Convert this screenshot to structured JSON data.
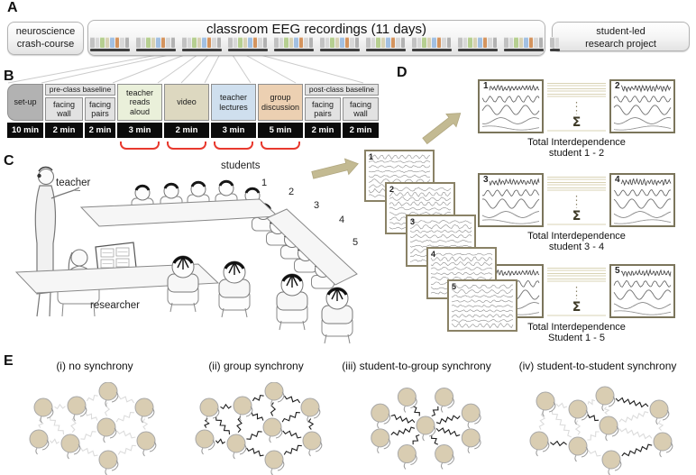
{
  "colors": {
    "accent_red": "#e8392e",
    "olive_border": "#7b755b",
    "sheet_border": "#8a8266",
    "tan_head": "#d9cdb2",
    "pale_line": "#d9d3b5",
    "arrow_fill": "#c3ba92",
    "bar_palette": [
      "#c2c2c2",
      "#d8d8d8",
      "#b6cf90",
      "#d8d2b4",
      "#a2c0e2",
      "#d4945e",
      "#d8d8d8",
      "#b2b2b2"
    ]
  },
  "panelA": {
    "label": "A",
    "left_box": {
      "line1": "neuroscience",
      "line2": "crash-course"
    },
    "center_box": {
      "title": "classroom EEG recordings (11 days)",
      "num_days": 11,
      "bars_per_day": 8,
      "last_day_bars": 2
    },
    "right_box": {
      "line1": "student-led",
      "line2": "research project"
    }
  },
  "panelB": {
    "label": "B",
    "group_headers": {
      "pre": "pre-class baseline",
      "post": "post-class baseline"
    },
    "columns": [
      {
        "label": "set-up",
        "duration": "10 min"
      },
      {
        "label": "facing wall",
        "duration": "2 min"
      },
      {
        "label": "facing pairs",
        "duration": "2 min"
      },
      {
        "label": "teacher reads aloud",
        "duration": "3 min"
      },
      {
        "label": "video",
        "duration": "2 min"
      },
      {
        "label": "teacher lectures",
        "duration": "3 min"
      },
      {
        "label": "group discussion",
        "duration": "5 min"
      },
      {
        "label": "facing pairs",
        "duration": "2 min"
      },
      {
        "label": "facing wall",
        "duration": "2 min"
      }
    ]
  },
  "panelC": {
    "label": "C",
    "teacher_label": "teacher",
    "students_label": "students",
    "researcher_label": "researcher",
    "student_numbers": [
      "1",
      "2",
      "3",
      "4",
      "5"
    ]
  },
  "panelD": {
    "label": "D",
    "sigma": "Σ",
    "sheet_numbers": [
      "1",
      "2",
      "3",
      "4",
      "5"
    ],
    "pairs": [
      {
        "left_num": "1",
        "right_num": "2",
        "caption_line1": "Total Interdependence",
        "caption_line2": "student 1 - 2"
      },
      {
        "left_num": "3",
        "right_num": "4",
        "caption_line1": "Total Interdependence",
        "caption_line2": "student 3 - 4"
      },
      {
        "left_num": "1",
        "right_num": "5",
        "caption_line1": "Total Interdependence",
        "caption_line2": "Student 1 - 5"
      }
    ]
  },
  "panelE": {
    "label": "E",
    "diagrams": [
      {
        "title": "(i) no synchrony",
        "mode": "none"
      },
      {
        "title": "(ii) group synchrony",
        "mode": "group"
      },
      {
        "title": "(iii) student-to-group synchrony",
        "mode": "student-to-group"
      },
      {
        "title": "(iv) student-to-student synchrony",
        "mode": "student-to-student"
      }
    ]
  }
}
